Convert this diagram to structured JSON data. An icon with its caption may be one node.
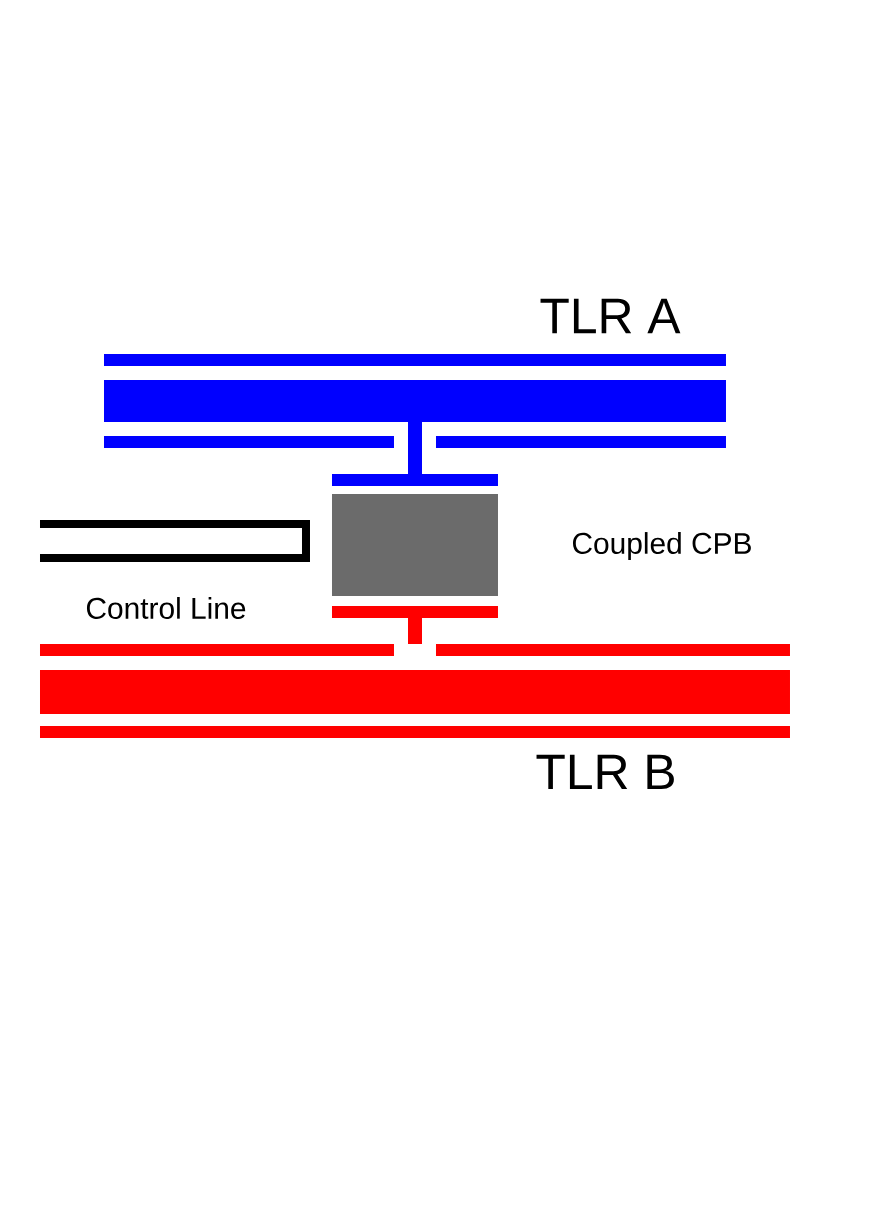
{
  "diagram": {
    "labels": [
      "TLR A",
      "Coupled CPB",
      "Control Line",
      "TLR B"
    ]
  }
}
